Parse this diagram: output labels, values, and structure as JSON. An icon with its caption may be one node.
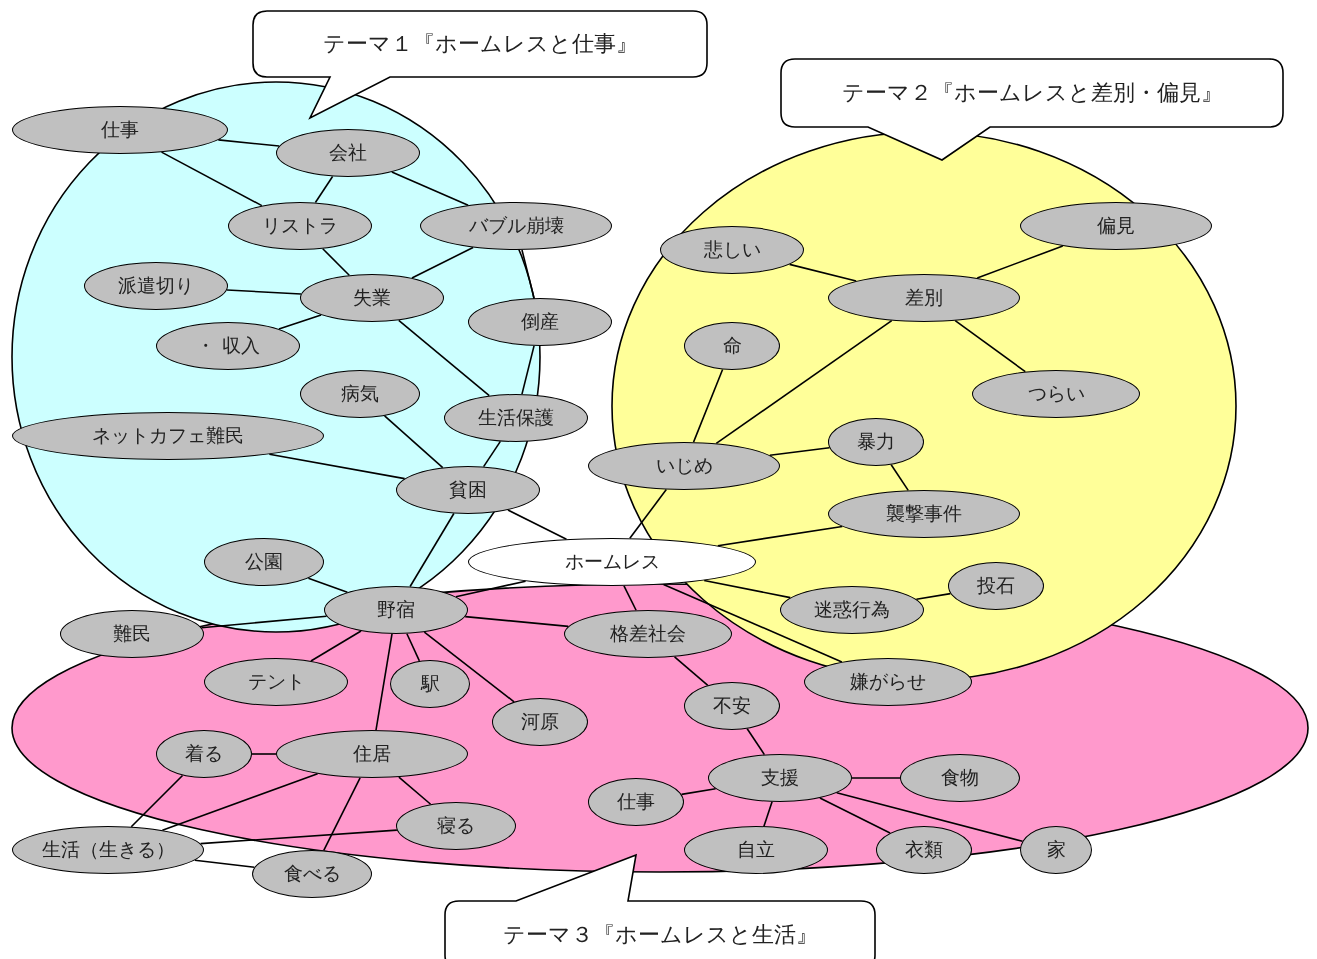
{
  "diagram": {
    "nodes": [
      {
        "text": [
          "テーマ１『ホームレスと仕事』"
        ]
      },
      {
        "text": [
          "テーマ２『ホームレスと差別・偏見』"
        ]
      },
      {
        "text": [
          "テーマ３『ホームレスと生活』"
        ]
      },
      {
        "text": [
          "仕事"
        ]
      },
      {
        "text": [
          "会社"
        ]
      },
      {
        "text": [
          "リストラ"
        ]
      },
      {
        "text": [
          "バブル崩壊"
        ]
      },
      {
        "text": [
          "派遣切り"
        ]
      },
      {
        "text": [
          "失業"
        ]
      },
      {
        "text": [
          "・ 収入"
        ]
      },
      {
        "text": [
          "倒産"
        ]
      },
      {
        "text": [
          "病気"
        ]
      },
      {
        "text": [
          "生活保護"
        ]
      },
      {
        "text": [
          "ネットカフェ難民"
        ]
      },
      {
        "text": [
          "貧困"
        ]
      },
      {
        "text": [
          "公園"
        ]
      },
      {
        "text": [
          "ホームレス"
        ]
      },
      {
        "text": [
          "野宿"
        ]
      },
      {
        "text": [
          "難民"
        ]
      },
      {
        "text": [
          "テント"
        ]
      },
      {
        "text": [
          "駅"
        ]
      },
      {
        "text": [
          "河原"
        ]
      },
      {
        "text": [
          "着る"
        ]
      },
      {
        "text": [
          "住居"
        ]
      },
      {
        "text": [
          "寝る"
        ]
      },
      {
        "text": [
          "生活（生きる）"
        ]
      },
      {
        "text": [
          "食べる"
        ]
      },
      {
        "text": [
          "悲しい"
        ]
      },
      {
        "text": [
          "偏見"
        ]
      },
      {
        "text": [
          "差別"
        ]
      },
      {
        "text": [
          "命"
        ]
      },
      {
        "text": [
          "つらい"
        ]
      },
      {
        "text": [
          "暴力"
        ]
      },
      {
        "text": [
          "いじめ"
        ]
      },
      {
        "text": [
          "襲撃事件"
        ]
      },
      {
        "text": [
          "投石"
        ]
      },
      {
        "text": [
          "迷惑行為"
        ]
      },
      {
        "text": [
          "格差社会"
        ]
      },
      {
        "text": [
          "嫌がらせ"
        ]
      },
      {
        "text": [
          "不安"
        ]
      },
      {
        "text": [
          "支援"
        ]
      },
      {
        "text": [
          "仕事"
        ]
      },
      {
        "text": [
          "食物"
        ]
      },
      {
        "text": [
          "自立"
        ]
      },
      {
        "text": [
          "衣類"
        ]
      },
      {
        "text": [
          "家"
        ]
      }
    ],
    "edges": [
      {
        "from": 3,
        "to": 4,
        "arrow": "none"
      },
      {
        "from": 4,
        "to": 5,
        "arrow": "none"
      },
      {
        "from": 3,
        "to": 5,
        "arrow": "none"
      },
      {
        "from": 4,
        "to": 6,
        "arrow": "none"
      },
      {
        "from": 5,
        "to": 8,
        "arrow": "none"
      },
      {
        "from": 6,
        "to": 8,
        "arrow": "none"
      },
      {
        "from": 7,
        "to": 8,
        "arrow": "none"
      },
      {
        "from": 9,
        "to": 8,
        "arrow": "none"
      },
      {
        "from": 8,
        "to": 12,
        "arrow": "none"
      },
      {
        "from": 6,
        "to": 10,
        "arrow": "none"
      },
      {
        "from": 10,
        "to": 12,
        "arrow": "none"
      },
      {
        "from": 11,
        "to": 14,
        "arrow": "none"
      },
      {
        "from": 12,
        "to": 14,
        "arrow": "none"
      },
      {
        "from": 13,
        "to": 14,
        "arrow": "none"
      },
      {
        "from": 14,
        "to": 17,
        "arrow": "none"
      },
      {
        "from": 14,
        "to": 16,
        "arrow": "none"
      },
      {
        "from": 15,
        "to": 17,
        "arrow": "none"
      },
      {
        "from": 16,
        "to": 17,
        "arrow": "none"
      },
      {
        "from": 18,
        "to": 17,
        "arrow": "none"
      },
      {
        "from": 17,
        "to": 19,
        "arrow": "none"
      },
      {
        "from": 17,
        "to": 20,
        "arrow": "none"
      },
      {
        "from": 17,
        "to": 21,
        "arrow": "none"
      },
      {
        "from": 17,
        "to": 37,
        "arrow": "none"
      },
      {
        "from": 17,
        "to": 23,
        "arrow": "none"
      },
      {
        "from": 22,
        "to": 23,
        "arrow": "none"
      },
      {
        "from": 22,
        "to": 25,
        "arrow": "none"
      },
      {
        "from": 23,
        "to": 25,
        "arrow": "none"
      },
      {
        "from": 23,
        "to": 26,
        "arrow": "none"
      },
      {
        "from": 23,
        "to": 24,
        "arrow": "none"
      },
      {
        "from": 25,
        "to": 24,
        "arrow": "none"
      },
      {
        "from": 25,
        "to": 26,
        "arrow": "none"
      },
      {
        "from": 16,
        "to": 33,
        "arrow": "none"
      },
      {
        "from": 16,
        "to": 34,
        "arrow": "none"
      },
      {
        "from": 16,
        "to": 36,
        "arrow": "none"
      },
      {
        "from": 16,
        "to": 38,
        "arrow": "none"
      },
      {
        "from": 16,
        "to": 37,
        "arrow": "none"
      },
      {
        "from": 33,
        "to": 29,
        "arrow": "none"
      },
      {
        "from": 33,
        "to": 30,
        "arrow": "none"
      },
      {
        "from": 33,
        "to": 32,
        "arrow": "none"
      },
      {
        "from": 32,
        "to": 34,
        "arrow": "none"
      },
      {
        "from": 27,
        "to": 29,
        "arrow": "none"
      },
      {
        "from": 29,
        "to": 28,
        "arrow": "none"
      },
      {
        "from": 29,
        "to": 31,
        "arrow": "none"
      },
      {
        "from": 36,
        "to": 35,
        "arrow": "none"
      },
      {
        "from": 37,
        "to": 39,
        "arrow": "none"
      },
      {
        "from": 39,
        "to": 40,
        "arrow": "none"
      },
      {
        "from": 41,
        "to": 40,
        "arrow": "none"
      },
      {
        "from": 40,
        "to": 42,
        "arrow": "none"
      },
      {
        "from": 40,
        "to": 44,
        "arrow": "none"
      },
      {
        "from": 40,
        "to": 45,
        "arrow": "none"
      },
      {
        "from": 40,
        "to": 43,
        "arrow": "none"
      }
    ]
  }
}
